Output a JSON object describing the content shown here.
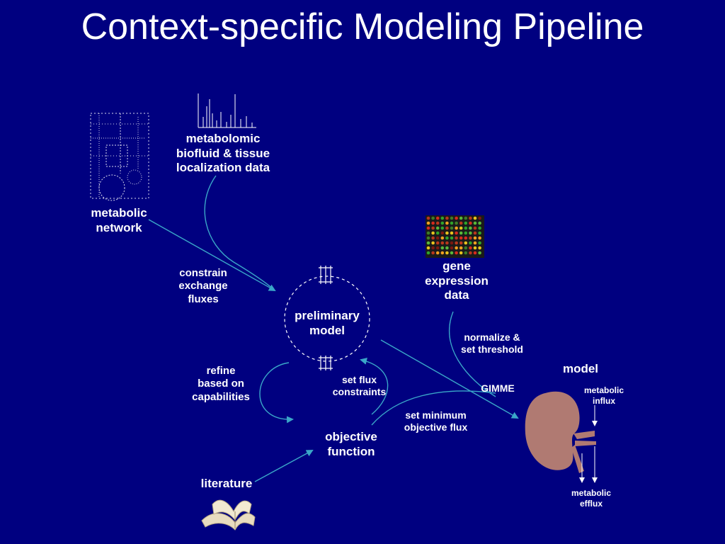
{
  "title": "Context-specific Modeling Pipeline",
  "colors": {
    "background": "#000080",
    "arrow": "#3aa7c8",
    "kidney": "#b07a72",
    "text": "#ffffff"
  },
  "labels": {
    "metabolomic_data": "metabolomic\nbiofluid & tissue\nlocalization data",
    "metabolic_network": "metabolic\nnetwork",
    "constrain_exchange": "constrain\nexchange\nfluxes",
    "preliminary_model": "preliminary\nmodel",
    "gene_expression": "gene\nexpression\ndata",
    "normalize": "normalize &\nset threshold",
    "refine": "refine\nbased on\ncapabilities",
    "set_flux": "set flux\nconstraints",
    "gimme": "GIMME",
    "set_minimum": "set minimum\nobjective flux",
    "objective_function": "objective\nfunction",
    "literature": "literature",
    "model": "model",
    "metabolic_influx": "metabolic\ninflux",
    "metabolic_efflux": "metabolic\nefflux"
  },
  "icons": {
    "network": "metabolic-network-map-icon",
    "spectrum": "mass-spectrum-icon",
    "microarray": "microarray-icon",
    "book": "open-book-icon",
    "kidney": "kidney-icon"
  }
}
